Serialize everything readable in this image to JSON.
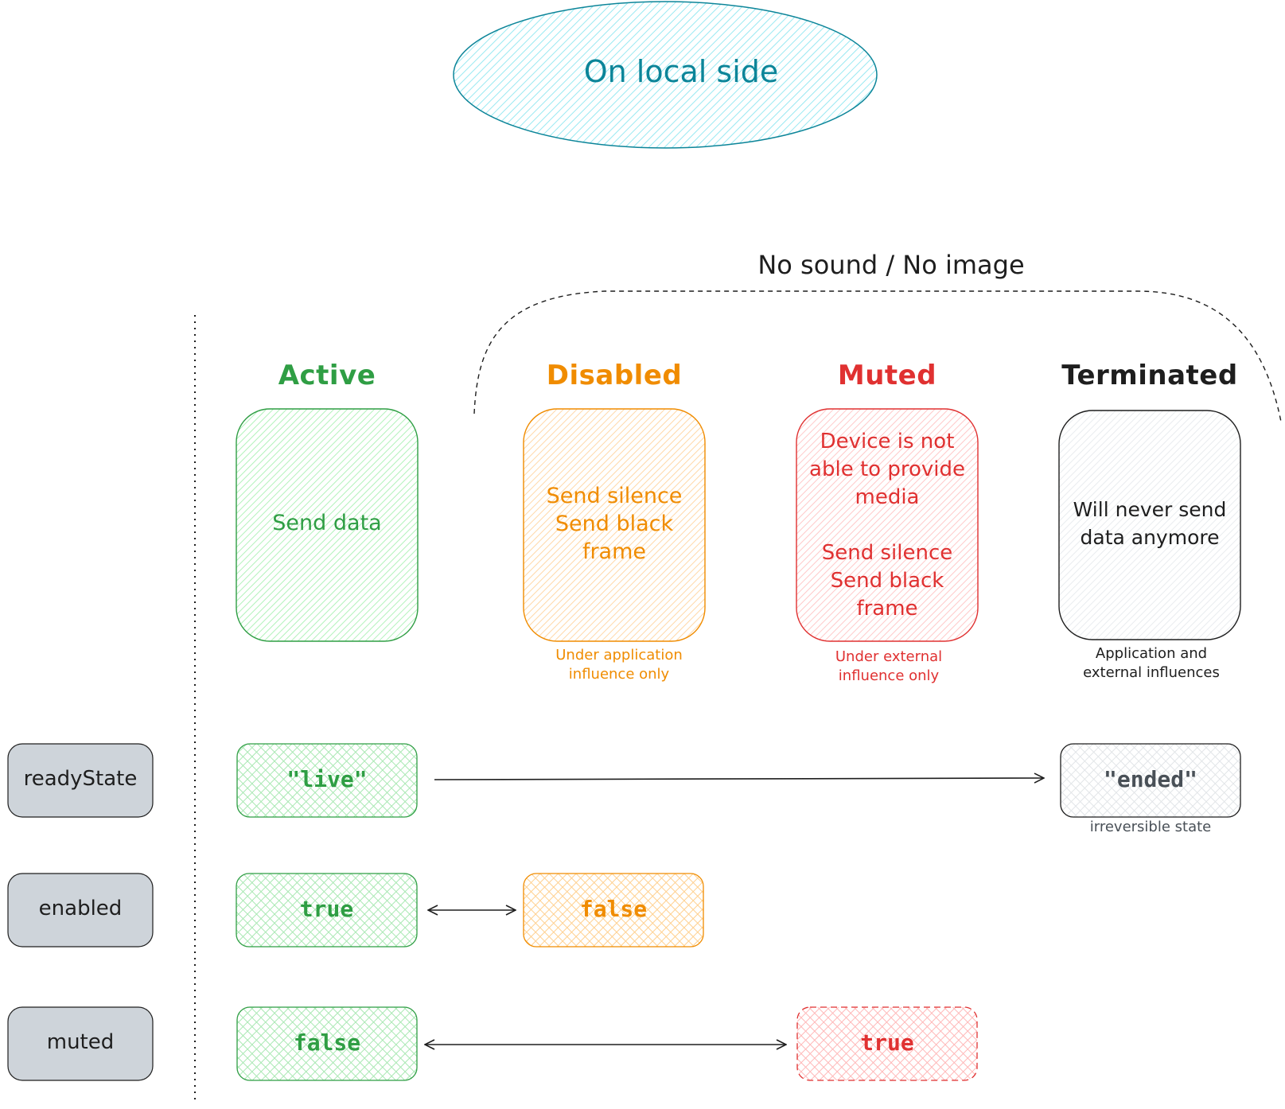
{
  "title": "On local side",
  "bracket_label": "No sound / No image",
  "states": [
    {
      "key": "active",
      "title": "Active",
      "description": "Send data",
      "note": "",
      "color": "#2f9e44",
      "fill": "#b2f2bb"
    },
    {
      "key": "disabled",
      "title": "Disabled",
      "description": "Send silence\nSend black\nframe",
      "note": "Under application\ninfluence only",
      "color": "#f08c00",
      "fill": "#ffd8a8"
    },
    {
      "key": "muted",
      "title": "Muted",
      "description": "Device is not\nable to provide\nmedia\n\nSend silence\nSend black\nframe",
      "note": "Under external\ninfluence only",
      "color": "#e03131",
      "fill": "#ffc9c9"
    },
    {
      "key": "terminated",
      "title": "Terminated",
      "description": "Will never send\ndata anymore",
      "note": "Application and\nexternal influences",
      "color": "#1e1e1e",
      "fill": "#e9ecef"
    }
  ],
  "properties": [
    {
      "name": "readyState",
      "from_value": "\"live\"",
      "to_value": "\"ended\"",
      "to_note": "irreversible state",
      "transition": "one-way"
    },
    {
      "name": "enabled",
      "from_value": "true",
      "to_value": "false",
      "to_note": "",
      "transition": "two-way"
    },
    {
      "name": "muted",
      "from_value": "false",
      "to_value": "true",
      "to_note": "",
      "transition": "two-way"
    }
  ],
  "colors": {
    "title_text": "#0c8599",
    "title_fill": "#99e9f2",
    "property_fill": "#ced4da"
  }
}
